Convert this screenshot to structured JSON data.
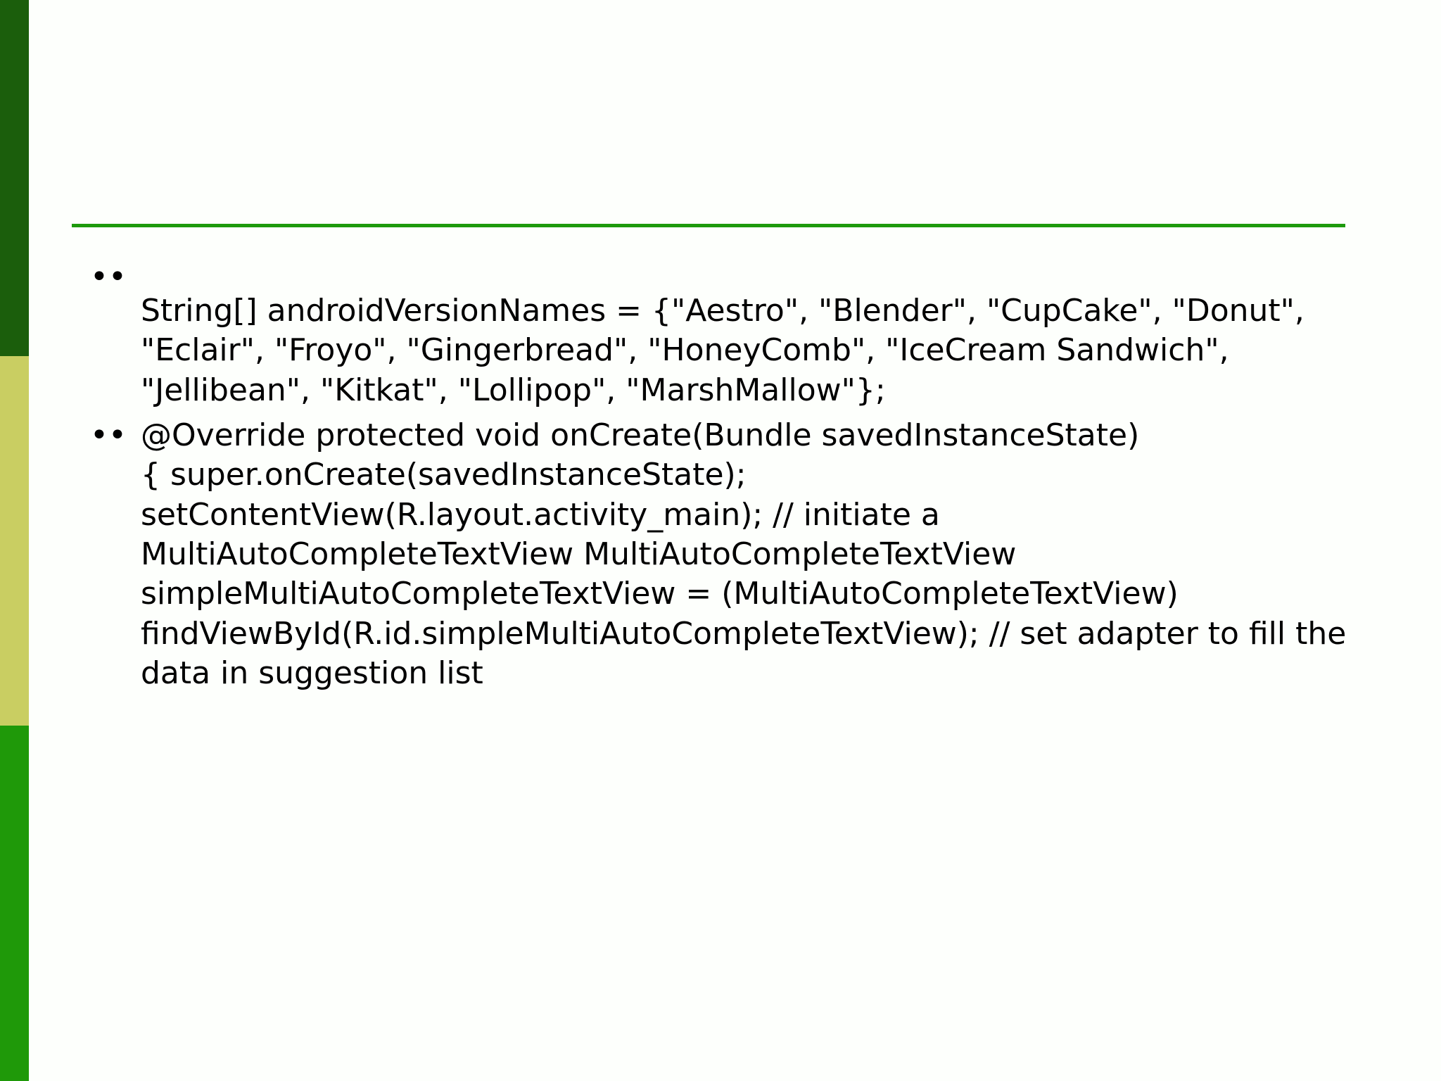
{
  "slide": {
    "title": "",
    "background_color": "#fdfffc",
    "text_color": "#000000"
  },
  "sidebar": {
    "bands": [
      {
        "name": "band-dark-green",
        "color": "#1b5e0c"
      },
      {
        "name": "band-khaki",
        "color": "#c9ce62"
      },
      {
        "name": "band-bright-green",
        "color": "#1f9909"
      }
    ]
  },
  "divider": {
    "name": "title-rule",
    "color": "#1d9a0d"
  },
  "content": {
    "bullets": [
      {
        "marker": "•",
        "text": "String[] androidVersionNames = {\"Aestro\", \"Blender\", \"CupCake\", \"Donut\", \"Eclair\", \"Froyo\", \"Gingerbread\", \"HoneyComb\", \"IceCream Sandwich\", \"Jellibean\", \"Kitkat\", \"Lollipop\", \"MarshMallow\"};"
      },
      {
        "marker": "•",
        "text": "@Override protected void onCreate(Bundle savedInstanceState)\n{ super.onCreate(savedInstanceState); setContentView(R.layout.activity_main); // initiate a MultiAutoCompleteTextView MultiAutoCompleteTextView simpleMultiAutoCompleteTextView = (MultiAutoCompleteTextView) findViewById(R.id.simpleMultiAutoCompleteTextView); // set adapter to fill the data in suggestion list"
      }
    ]
  }
}
